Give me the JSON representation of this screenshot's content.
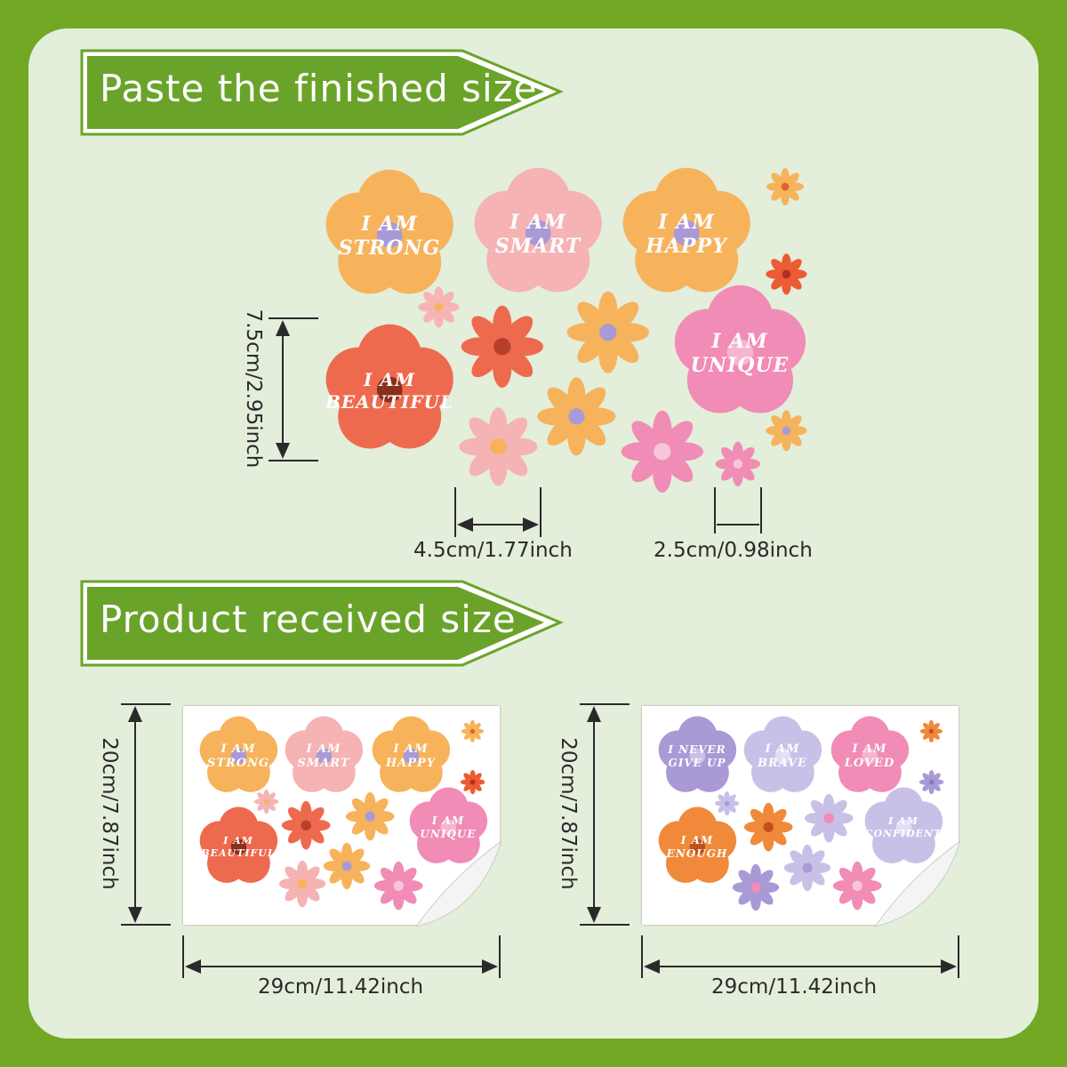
{
  "banners": {
    "top": "Paste the finished size",
    "bottom": "Product received size"
  },
  "dimensions": {
    "finished_height": "7.5cm/2.95inch",
    "large_flower_width": "4.5cm/1.77inch",
    "small_flower_width": "2.5cm/0.98inch",
    "sheet1_height": "20cm/7.87inch",
    "sheet1_width": "29cm/11.42inch",
    "sheet2_height": "20cm/7.87inch",
    "sheet2_width": "29cm/11.42inch"
  },
  "finished": {
    "strong": [
      "I AM",
      "STRONG"
    ],
    "smart": [
      "I AM",
      "SMART"
    ],
    "happy": [
      "I AM",
      "HAPPY"
    ],
    "beautiful": [
      "I AM",
      "BEAUTIFUL"
    ],
    "unique": [
      "I AM",
      "UNIQUE"
    ]
  },
  "sheet1": {
    "strong": [
      "I AM",
      "STRONG"
    ],
    "smart": [
      "I AM",
      "SMART"
    ],
    "happy": [
      "I AM",
      "HAPPY"
    ],
    "beautiful": [
      "I AM",
      "BEAUTIFUL"
    ],
    "unique": [
      "I AM",
      "UNIQUE"
    ]
  },
  "sheet2": {
    "nevergiveup": [
      "I NEVER",
      "GIVE UP"
    ],
    "brave": [
      "I AM",
      "BRAVE"
    ],
    "loved": [
      "I AM",
      "LOVED"
    ],
    "enough": [
      "I AM",
      "ENOUGH"
    ],
    "confident": [
      "I AM",
      "CONFIDENT"
    ]
  },
  "colors": {
    "background": "#72a823",
    "panel": "#e3eedb",
    "banner": "#6aa329",
    "orange": "#f7b35c",
    "pink": "#f5b3b3",
    "red": "#ee6a4e",
    "hotpink": "#f08cb5",
    "purple": "#a99ad6",
    "lavender": "#c9c0e8",
    "center": "#a99ad6"
  }
}
